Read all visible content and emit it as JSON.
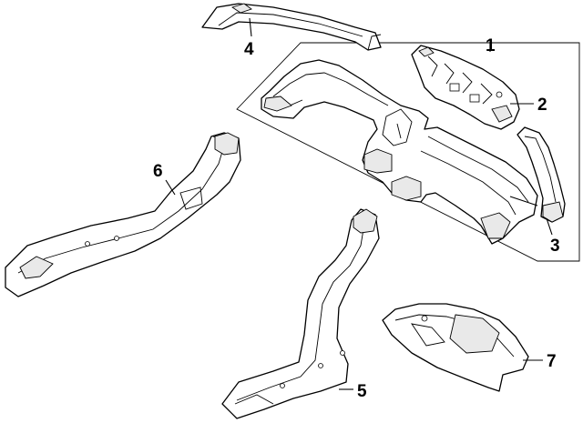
{
  "callouts": [
    {
      "id": "1",
      "label": "1"
    },
    {
      "id": "2",
      "label": "2"
    },
    {
      "id": "3",
      "label": "3"
    },
    {
      "id": "4",
      "label": "4"
    },
    {
      "id": "5",
      "label": "5"
    },
    {
      "id": "6",
      "label": "6"
    },
    {
      "id": "7",
      "label": "7"
    }
  ],
  "colors": {
    "line": "#000000",
    "background": "#ffffff",
    "shade": "#e9e9e9"
  }
}
